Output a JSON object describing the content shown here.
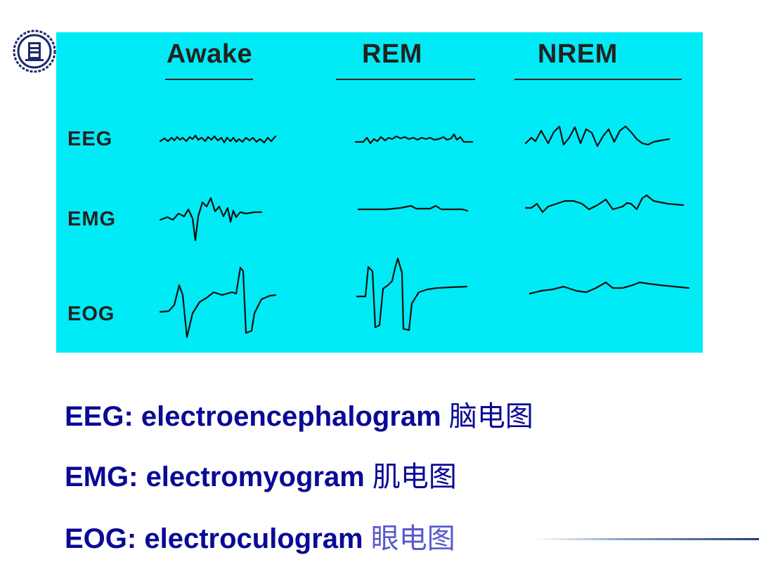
{
  "figure": {
    "columns": [
      "Awake",
      "REM",
      "NREM"
    ],
    "rows": [
      "EEG",
      "EMG",
      "EOG"
    ]
  },
  "definitions": [
    {
      "abbr": "EEG:",
      "term": "electroencephalogram",
      "cn": "脑电图"
    },
    {
      "abbr": "EMG:",
      "term": "electromyogram",
      "cn": "肌电图"
    },
    {
      "abbr": "EOG:",
      "term": "electroculogram",
      "cn": "眼电图"
    }
  ],
  "colors": {
    "panel": "#00ebf5",
    "definition_text": "#0a0a96",
    "trace": "#111111"
  },
  "icons": {
    "logo": "university-seal-icon"
  }
}
